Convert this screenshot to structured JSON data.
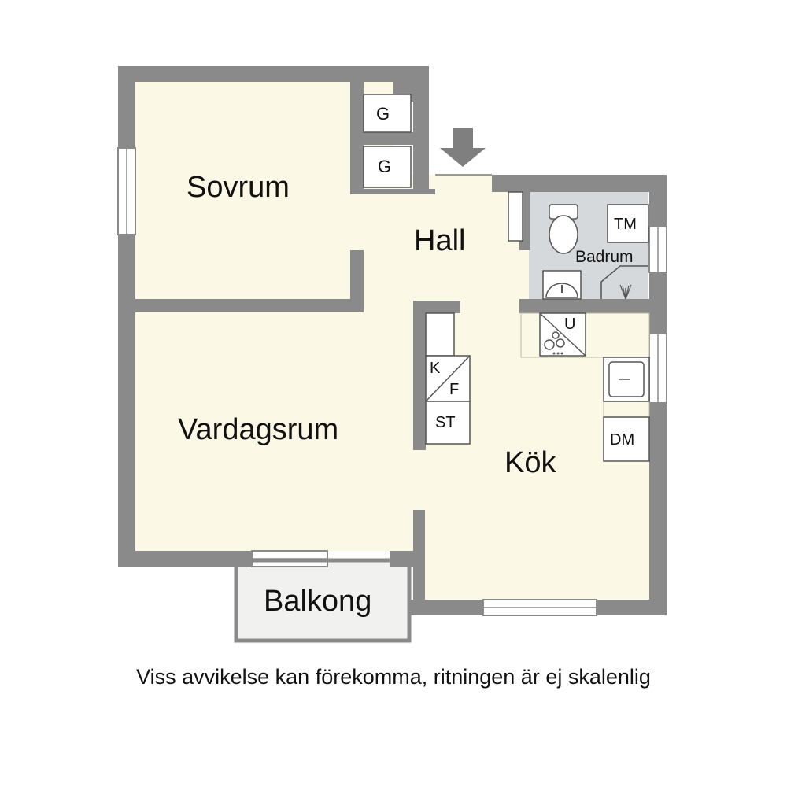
{
  "colors": {
    "wall": "#8a8a8a",
    "floor": "#fbf8e6",
    "bathroom_floor": "#d5d9dc",
    "balcony_floor": "#f1f1ef",
    "fixture_fill": "#ffffff",
    "fixture_stroke": "#555555",
    "arrow": "#7f7f7f"
  },
  "rooms": {
    "sovrum": "Sovrum",
    "hall": "Hall",
    "badrum": "Badrum",
    "vardagsrum": "Vardagsrum",
    "kok": "Kök",
    "balkong": "Balkong"
  },
  "fixtures": {
    "garderob_1": "G",
    "garderob_2": "G",
    "tvattmaskin": "TM",
    "ugn": "U",
    "kyl": "K",
    "frys": "F",
    "stadskap": "ST",
    "diskmaskin": "DM"
  },
  "icons": {
    "entrance": "entrance-arrow-icon",
    "toilet": "toilet-icon",
    "sink": "washbasin-icon",
    "shower": "shower-icon",
    "stove": "stove-icon",
    "kitchen_sink": "kitchen-sink-icon"
  },
  "disclaimer": "Viss avvikelse kan förekomma, ritningen är ej skalenlig"
}
